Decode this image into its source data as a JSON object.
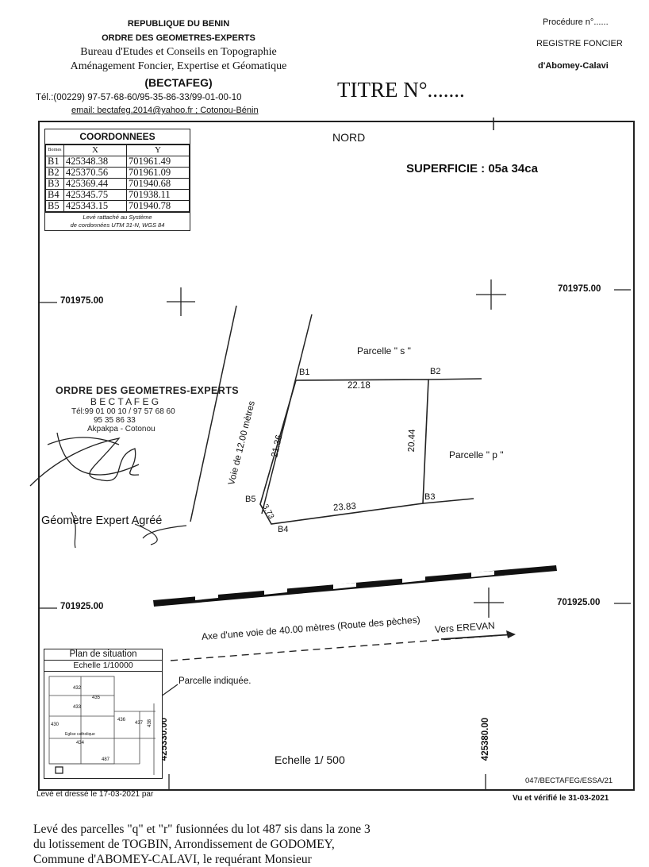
{
  "header": {
    "line1": "REPUBLIQUE DU BENIN",
    "line2": "ORDRE DES GEOMETRES-EXPERTS",
    "line3": "Bureau  d'Etudes et Conseils en Topographie",
    "line4": "Aménagement Foncier, Expertise et Géomatique",
    "line5": "(BECTAFEG)",
    "phone": "Tél.:(00229) 97-57-68-60/95-35-86-33/99-01-00-10",
    "email": "email: bectafeg.2014@yahoo.fr ;  Cotonou-Bénin",
    "procedure": "Procédure n°......",
    "registre": "REGISTRE FONCIER",
    "registre_loc": "d'Abomey-Calavi",
    "titre": "TITRE N°......."
  },
  "coords": {
    "title": "COORDONNEES",
    "col_borne": "Bornes",
    "col_x": "X",
    "col_y": "Y",
    "rows": [
      {
        "borne": "B1",
        "x": "425348.38",
        "y": "701961.49"
      },
      {
        "borne": "B2",
        "x": "425370.56",
        "y": "701961.09"
      },
      {
        "borne": "B3",
        "x": "425369.44",
        "y": "701940.68"
      },
      {
        "borne": "B4",
        "x": "425345.75",
        "y": "701938.11"
      },
      {
        "borne": "B5",
        "x": "425343.15",
        "y": "701940.78"
      }
    ],
    "note1": "Levé rattaché au Système",
    "note2": "de cordonnées UTM 31-N,  WGS 84"
  },
  "plan": {
    "nord": "NORD",
    "superficie": "SUPERFICIE : 05a 34ca",
    "grid_y_top": "701975.00",
    "grid_y_bottom": "701925.00",
    "grid_x_left": "425330.00",
    "grid_x_right": "425380.00",
    "parcelle_s": "Parcelle \" s \"",
    "parcelle_p": "Parcelle \" p \"",
    "voie_12": "Voie de 12.00 mètres",
    "axe_voie": "Axe  d'une  voie   de  40.00  mètres (Route des pèches)",
    "vers": "Vers EREVAN",
    "echelle": "Echelle 1/ 500",
    "ref": "047/BECTAFEG/ESSA/21",
    "b1": "B1",
    "b2": "B2",
    "b3": "B3",
    "b4": "B4",
    "b5": "B5",
    "d_b1b2": "22.18",
    "d_b2b3": "20.44",
    "d_b3b4": "23.83",
    "d_b4b5": "3.73",
    "d_b5b1": "21.36"
  },
  "stamp": {
    "line1": "ORDRE DES GEOMETRES-EXPERTS",
    "line2": "B E C T A F E G",
    "line3": "Tél:99 01 00 10 / 97 57 68 60",
    "line4": "95 35 86 33",
    "line5": "Akpakpa - Cotonou",
    "signature_label": "Géomètre Expert Agréé"
  },
  "inset": {
    "title": "Plan de situation",
    "scale": "Echelle 1/10000",
    "callout": "Parcelle indiquée.",
    "lots": [
      "432",
      "435",
      "433",
      "430",
      "436",
      "437",
      "438",
      "Eglise catholique",
      "434",
      "487"
    ]
  },
  "footer": {
    "leve": "Levé et dressé le 17-03-2021 par",
    "vu": "Vu et vérifié le  31-03-2021",
    "desc1": "Levé des parcelles \"q\" et \"r\" fusionnées du lot 487 sis dans la zone 3",
    "desc2": "du lotissement de TOGBIN, Arrondissement de GODOMEY,",
    "desc3": "Commune d'ABOMEY-CALAVI, le requérant Monsieur"
  }
}
